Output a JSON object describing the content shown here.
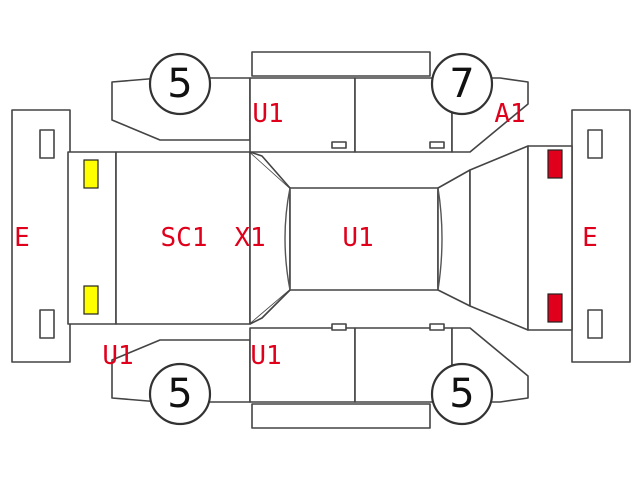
{
  "colors": {
    "code_text": "#e0001b",
    "yellow_marker": "#ffff00",
    "red_marker": "#e0001b",
    "outline": "#444444"
  },
  "tires": {
    "front_left": "5",
    "front_right": "7",
    "rear_left": "5",
    "rear_right": "5"
  },
  "codes": {
    "rear_bumper": "E",
    "front_bumper": "E",
    "top_doors": "U1",
    "front_fender_top": "A1",
    "trunk": "SC1",
    "rear_glass": "X1",
    "roof": "U1",
    "rear_quarter_bottom": "U1",
    "rear_door_bottom": "U1"
  },
  "markers": [
    {
      "location": "rear-lamp-upper",
      "color": "yellow"
    },
    {
      "location": "rear-lamp-lower",
      "color": "yellow"
    },
    {
      "location": "front-lamp-upper",
      "color": "red"
    },
    {
      "location": "front-lamp-lower",
      "color": "red"
    }
  ]
}
